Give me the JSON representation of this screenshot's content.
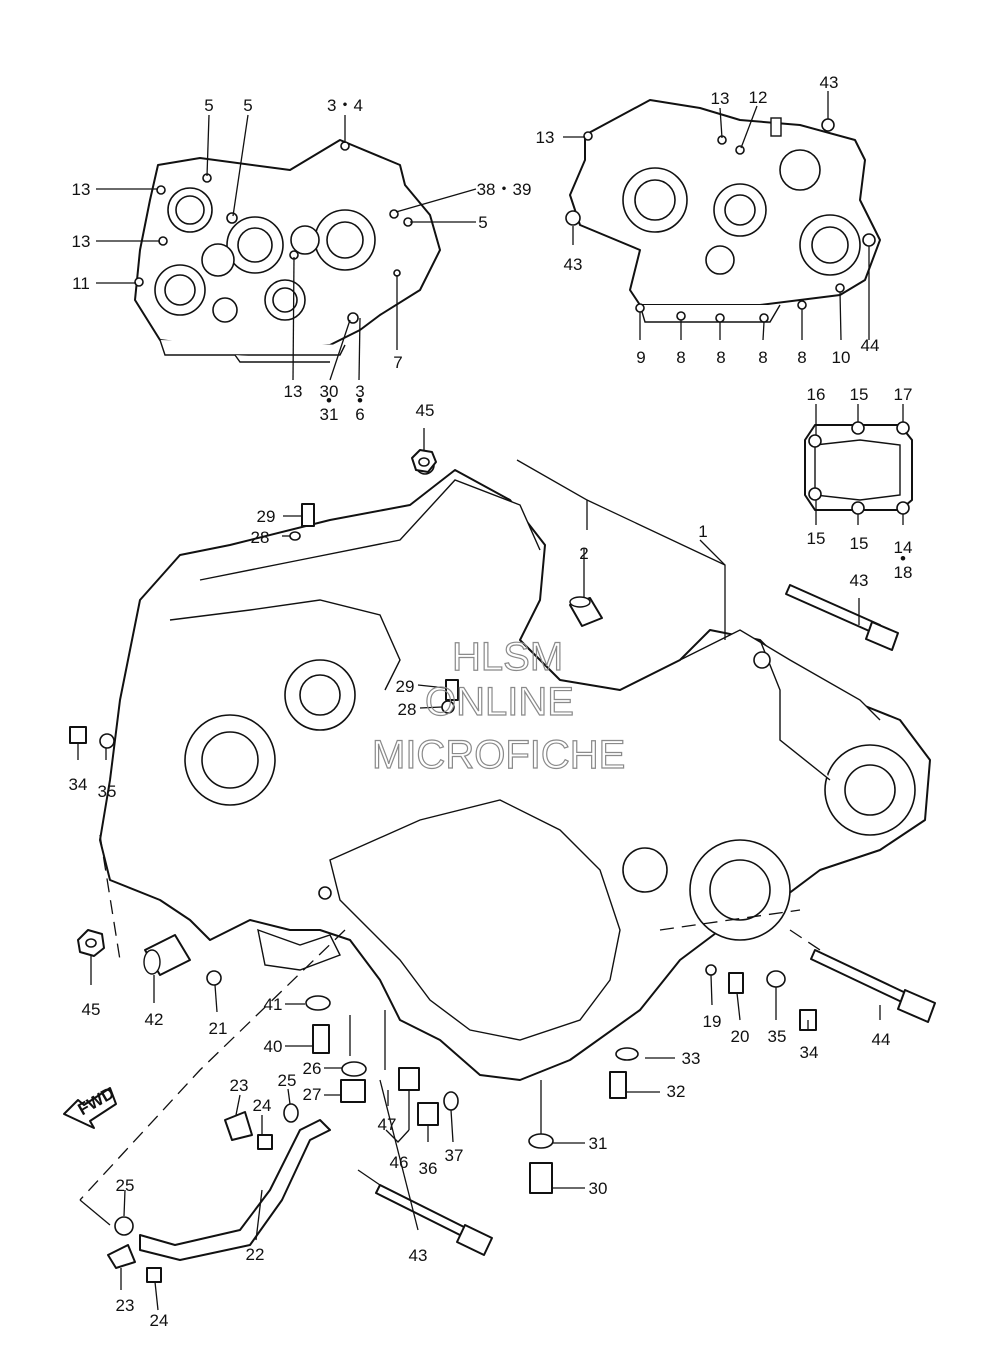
{
  "watermark": {
    "line1": "HLSM",
    "line2": "ONLINE",
    "line3": "MICROFICHE"
  },
  "fwd_badge": "FWD",
  "labels": [
    "5",
    "5",
    "3・4",
    "13",
    "38・39",
    "13",
    "5",
    "11",
    "7",
    "13",
    "30",
    "3",
    "31",
    "6",
    "13",
    "12",
    "43",
    "13",
    "43",
    "9",
    "8",
    "8",
    "8",
    "8",
    "10",
    "44",
    "16",
    "15",
    "17",
    "15",
    "15",
    "14",
    "18",
    "45",
    "29",
    "28",
    "2",
    "1",
    "43",
    "29",
    "28",
    "34",
    "35",
    "45",
    "42",
    "21",
    "41",
    "40",
    "26",
    "27",
    "25",
    "23",
    "24",
    "47",
    "46",
    "36",
    "37",
    "19",
    "20",
    "35",
    "34",
    "44",
    "33",
    "32",
    "31",
    "30",
    "22",
    "25",
    "23",
    "24",
    "43"
  ]
}
